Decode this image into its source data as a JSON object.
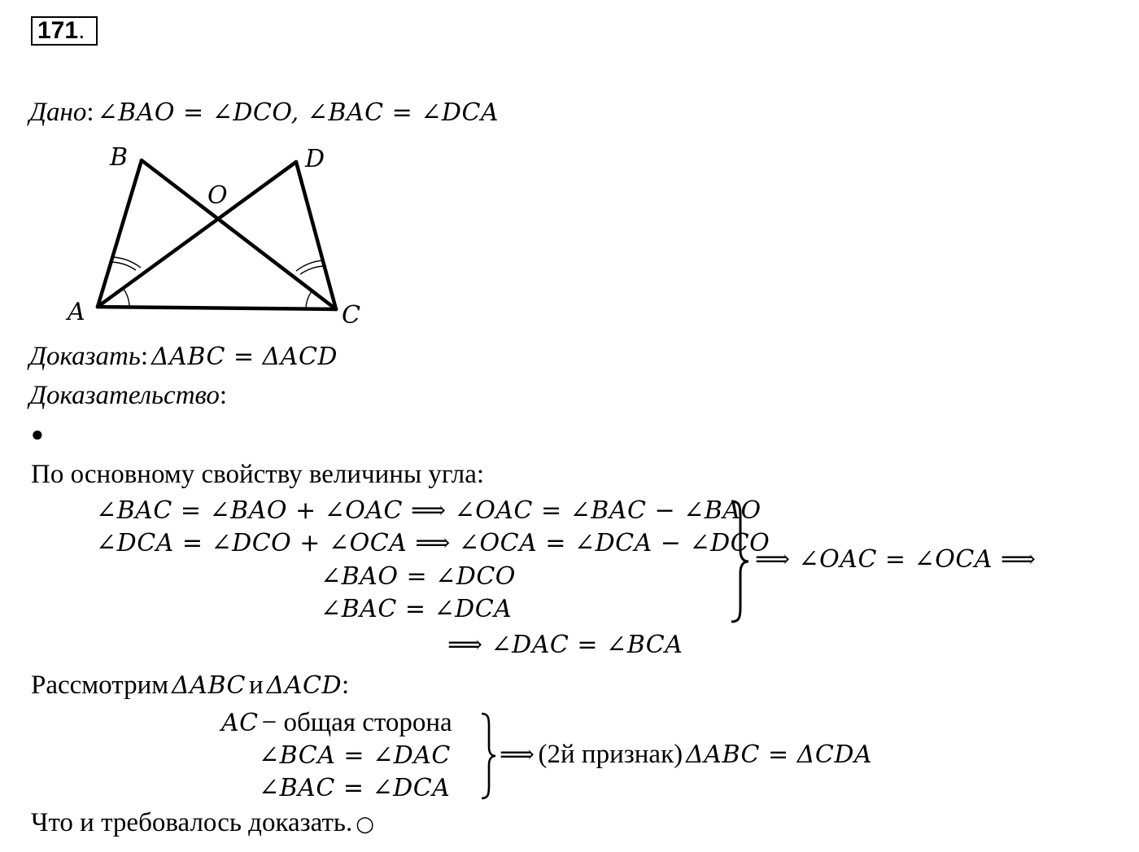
{
  "problem_number": "171",
  "problem_number_dot": ".",
  "given": {
    "label": "Дано",
    "colon": ":",
    "expr": "∠BAO = ∠DCO, ∠BAC = ∠DCA"
  },
  "figure": {
    "labels": {
      "A": "A",
      "B": "B",
      "C": "C",
      "D": "D",
      "O": "O"
    }
  },
  "prove": {
    "label": "Доказать",
    "colon": ":",
    "expr": "ΔABC = ΔACD"
  },
  "proof": {
    "label": "Доказательство",
    "colon": ":"
  },
  "bullet": "●",
  "step1": {
    "intro": "По основному свойству величины угла:",
    "lines": [
      "∠BAC = ∠BAO + ∠OAC ⟹ ∠OAC = ∠BAC − ∠BAO",
      "∠DCA = ∠DCO + ∠OCA ⟹ ∠OCA = ∠DCA − ∠DCO",
      "∠BAO = ∠DCO",
      "∠BAC = ∠DCA"
    ],
    "result": "⟹ ∠OAC = ∠OCA ⟹",
    "conclusion": "⟹ ∠DAC = ∠BCA"
  },
  "step2": {
    "intro_text": "Рассмотрим",
    "intro_t1": "ΔABC",
    "intro_and": "и",
    "intro_t2": "ΔACD",
    "intro_colon": ":",
    "line1_math": "AC",
    "line1_text": "− общая сторона",
    "lines": [
      "∠BCA = ∠DAC",
      "∠BAC = ∠DCA"
    ],
    "result_arrow": "⟹",
    "result_text": "(2й признак)",
    "result_math": "ΔABC = ΔCDA"
  },
  "end": {
    "text": "Что и требовалось доказать.",
    "mark": "○"
  }
}
